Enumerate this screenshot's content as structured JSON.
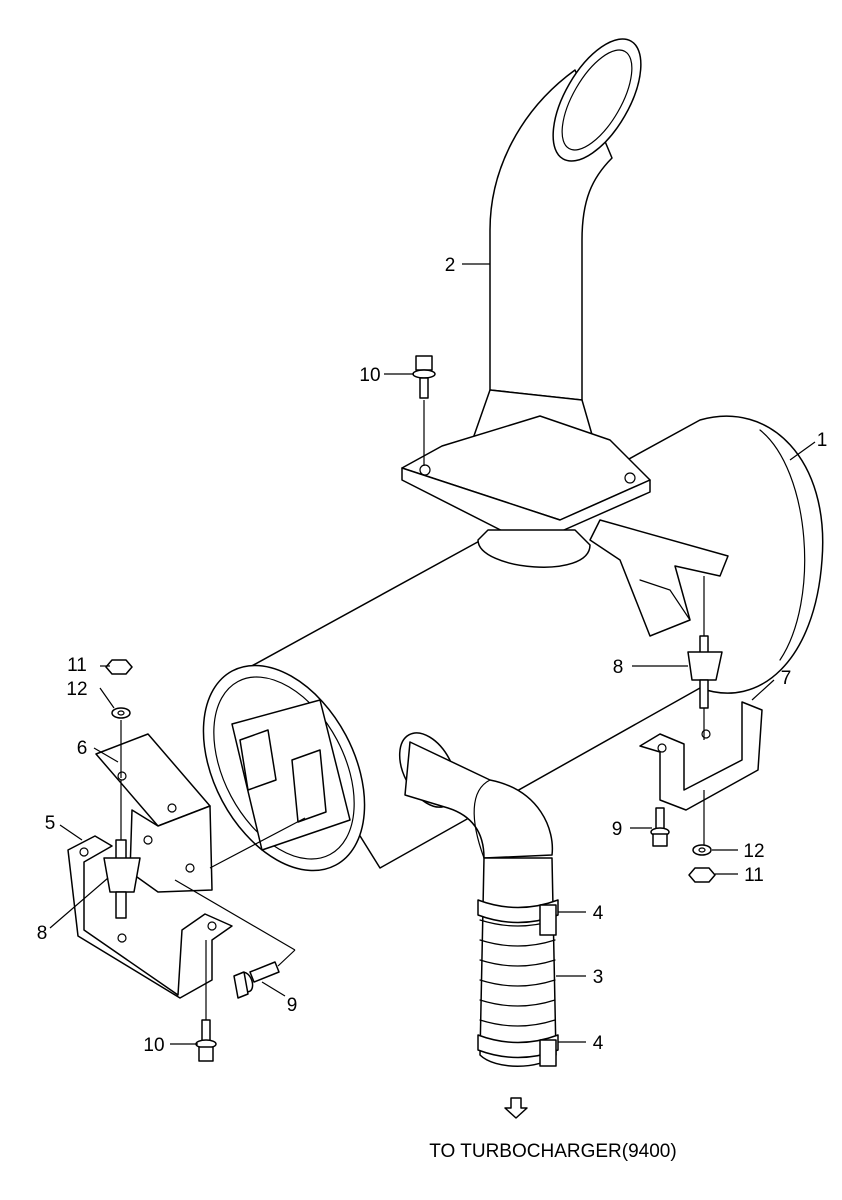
{
  "diagram": {
    "caption": "TO TURBOCHARGER(9400)",
    "caption_arrow_icon": "down-arrow-icon",
    "labels": {
      "l1": "1",
      "l2": "2",
      "l3": "3",
      "l4a": "4",
      "l4b": "4",
      "l5": "5",
      "l6": "6",
      "l7": "7",
      "l8a": "8",
      "l8b": "8",
      "l9a": "9",
      "l9b": "9",
      "l10a": "10",
      "l10b": "10",
      "l11a": "11",
      "l11b": "11",
      "l12a": "12",
      "l12b": "12"
    }
  }
}
